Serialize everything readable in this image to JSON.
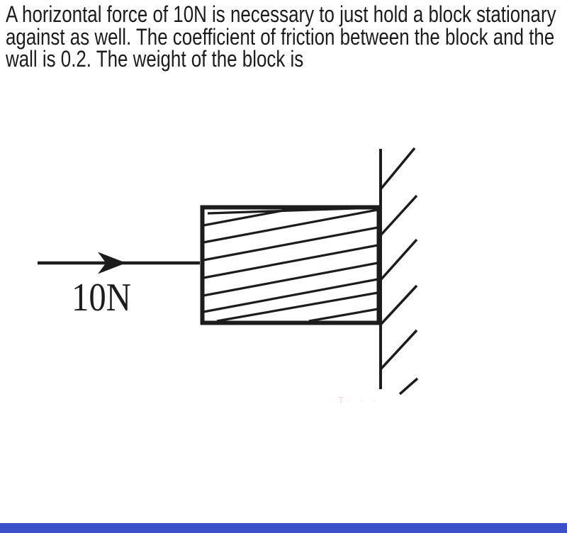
{
  "question": {
    "lines": [
      "A horizontal force of 10N is necessary to just hold a block stationary",
      "against as well. The coefficient of friction between the block and the",
      "wall is 0.2. The weight of the block is"
    ]
  },
  "figure": {
    "force_label": "10N"
  },
  "watermark": {
    "part1": "T",
    "part2": "· · ·"
  },
  "colors": {
    "ink": "#1c1c1c",
    "footer_bar": "#3c50ca",
    "background": "#ffffff",
    "watermark_pink": "#f0a8c8",
    "watermark_cyan": "#a8dcec"
  }
}
